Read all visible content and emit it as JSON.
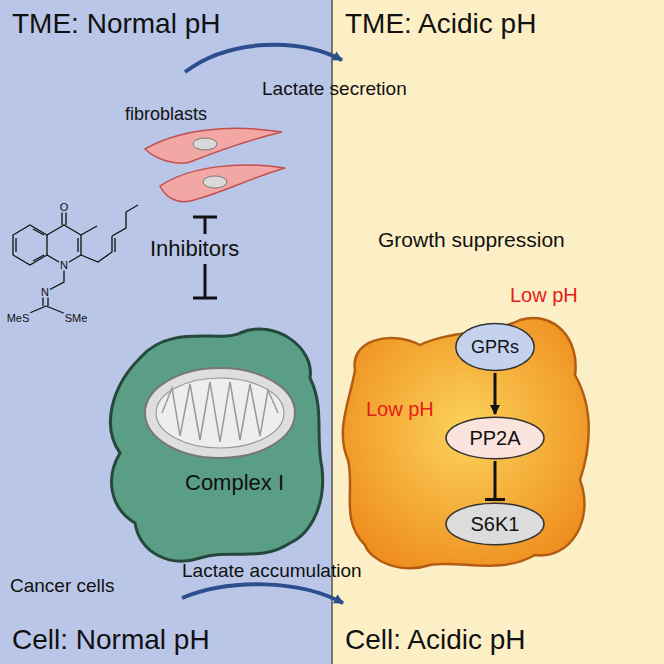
{
  "diagram": {
    "nodes": [
      {
        "text": [
          "fibroblasts"
        ]
      },
      {
        "text": [
          "Complex I"
        ]
      },
      {
        "text": [
          "GPRs"
        ]
      },
      {
        "text": [
          "PP2A"
        ]
      },
      {
        "text": [
          "S6K1"
        ]
      }
    ],
    "edges": [
      {
        "from": 2,
        "to": 3,
        "arrow": "to"
      },
      {
        "from": 3,
        "to": 4,
        "arrow": "to"
      }
    ],
    "labels": [
      "TME: Normal pH",
      "TME: Acidic pH",
      "Lactate secretion",
      "Growth suppression",
      "Inhibitors",
      "O",
      "N",
      "N",
      "MeS",
      "SMe",
      "Low pH",
      "Low pH",
      "Cancer cells",
      "Lactate accumulation",
      "Cell: Normal pH",
      "Cell: Acidic pH"
    ]
  }
}
